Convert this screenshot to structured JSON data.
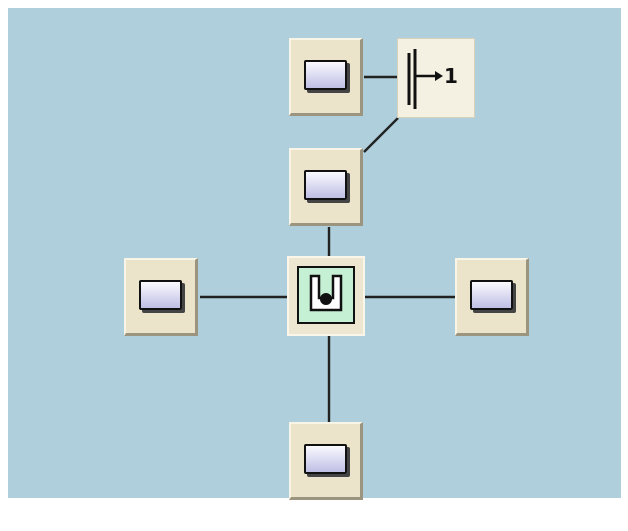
{
  "diagram": {
    "nodes": [
      {
        "id": "workstation-top-left",
        "type": "workstation"
      },
      {
        "id": "bridge",
        "type": "bridge",
        "label": "1"
      },
      {
        "id": "workstation-upper",
        "type": "workstation"
      },
      {
        "id": "hub",
        "type": "hub"
      },
      {
        "id": "workstation-left",
        "type": "workstation"
      },
      {
        "id": "workstation-right",
        "type": "workstation"
      },
      {
        "id": "workstation-bottom",
        "type": "workstation"
      }
    ],
    "links": [
      [
        "workstation-top-left",
        "bridge"
      ],
      [
        "bridge",
        "workstation-upper"
      ],
      [
        "workstation-upper",
        "hub"
      ],
      [
        "workstation-left",
        "hub"
      ],
      [
        "hub",
        "workstation-right"
      ],
      [
        "hub",
        "workstation-bottom"
      ]
    ]
  },
  "colors": {
    "canvas_background": "#aecfdb",
    "node_face": "#ebe4cb",
    "hub_fill": "#c5f0d4",
    "screen_fill": "#c8c7ea",
    "link": "#222222"
  }
}
